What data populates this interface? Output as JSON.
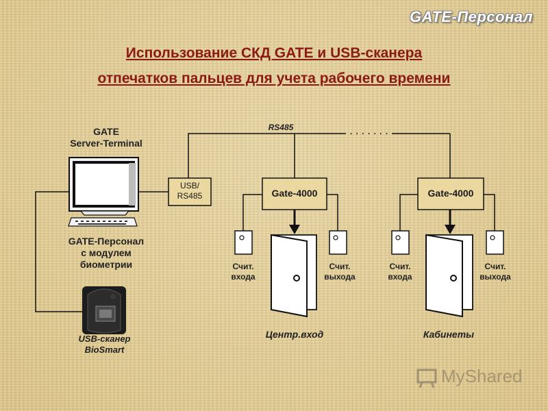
{
  "brand": "GATE-Персонал",
  "title": {
    "line1": "Использование СКД GATE и USB-сканера",
    "line2": "отпечатков пальцев для учета рабочего времени"
  },
  "server": {
    "label_line1": "GATE",
    "label_line2": "Server-Terminal",
    "software_line1": "GATE-Персонал",
    "software_line2": "с модулем",
    "software_line3": "биометрии"
  },
  "scanner": {
    "line1": "USB-сканер",
    "line2": "BioSmart"
  },
  "converter": {
    "line1": "USB/",
    "line2": "RS485"
  },
  "bus": {
    "label": "RS485",
    "dots": ". . . . . . ."
  },
  "controllers": [
    {
      "label": "Gate-4000",
      "reader_in": [
        "Счит.",
        "входа"
      ],
      "reader_out": [
        "Счит.",
        "выхода"
      ],
      "zone": "Центр.вход"
    },
    {
      "label": "Gate-4000",
      "reader_in": [
        "Счит.",
        "входа"
      ],
      "reader_out": [
        "Счит.",
        "выхода"
      ],
      "zone": "Кабинеты"
    }
  ],
  "watermark": "MyShared"
}
